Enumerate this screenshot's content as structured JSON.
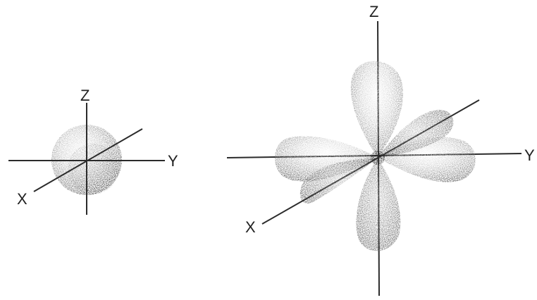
{
  "diagram": {
    "colors": {
      "background": "#ffffff",
      "axis": "#2b2b2b",
      "label": "#222222",
      "shade_light": "#d9d9d9",
      "shade_dark": "#3a3a3a"
    },
    "s_orbital": {
      "axis_labels": {
        "z": "Z",
        "y": "Y",
        "x": "X"
      }
    },
    "d_orbital": {
      "axis_labels": {
        "z": "Z",
        "y": "Y",
        "x": "X"
      }
    }
  }
}
